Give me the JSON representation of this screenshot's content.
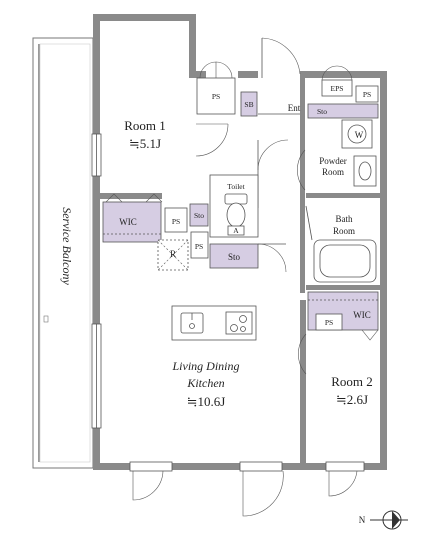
{
  "rooms": {
    "room1": {
      "name": "Room 1",
      "area": "≒5.1J"
    },
    "ldk": {
      "name_line1": "Living Dining",
      "name_line2": "Kitchen",
      "area": "≒10.6J"
    },
    "room2": {
      "name": "Room 2",
      "area": "≒2.6J"
    },
    "bath": {
      "line1": "Bath",
      "line2": "Room"
    },
    "powder": {
      "line1": "Powder",
      "line2": "Room"
    },
    "toilet": "Toilet"
  },
  "labels": {
    "service_balcony": "Service Balcony",
    "entrance": "Ent",
    "wic_left": "WIC",
    "wic_right": "WIC",
    "ps_top": "PS",
    "ps_eps_side": "PS",
    "eps": "EPS",
    "sb": "SB",
    "sto_entry": "Sto",
    "sto_toilet": "Sto",
    "sto_bottom": "Sto",
    "ps_wic_a": "PS",
    "ps_wic_b": "PS",
    "ps_room2": "PS",
    "refrigerator": "R",
    "washer": "W",
    "toilet_a": "A",
    "north": "N"
  }
}
